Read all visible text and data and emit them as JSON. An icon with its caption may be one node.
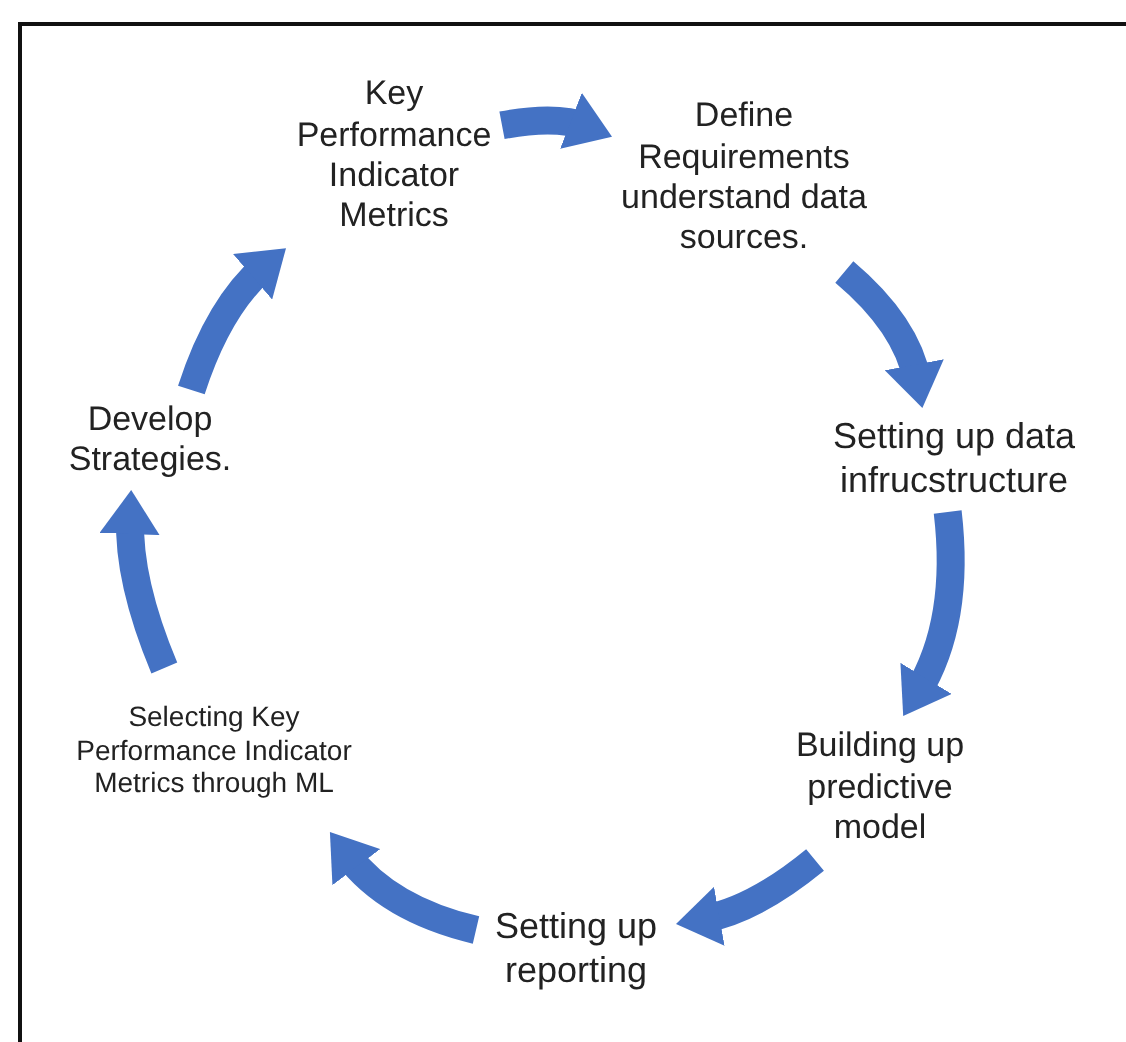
{
  "diagram": {
    "nodes": [
      {
        "text": [
          "Key Performance Indicator Metrics"
        ]
      },
      {
        "text": [
          "Define Requirements understand data sources."
        ]
      },
      {
        "text": [
          "Setting up data infrucstructure"
        ]
      },
      {
        "text": [
          "Building up predictive model"
        ]
      },
      {
        "text": [
          "Setting up reporting"
        ]
      },
      {
        "text": [
          "Selecting Key Performance Indicator Metrics through ML"
        ]
      },
      {
        "text": [
          "Develop Strategies."
        ]
      }
    ],
    "edges": [
      {
        "from": 0,
        "to": 1,
        "arrow": "to"
      },
      {
        "from": 1,
        "to": 2,
        "arrow": "to"
      },
      {
        "from": 2,
        "to": 3,
        "arrow": "to"
      },
      {
        "from": 3,
        "to": 4,
        "arrow": "to"
      },
      {
        "from": 4,
        "to": 5,
        "arrow": "to"
      },
      {
        "from": 5,
        "to": 6,
        "arrow": "to"
      },
      {
        "from": 6,
        "to": 0,
        "arrow": "to"
      }
    ]
  }
}
